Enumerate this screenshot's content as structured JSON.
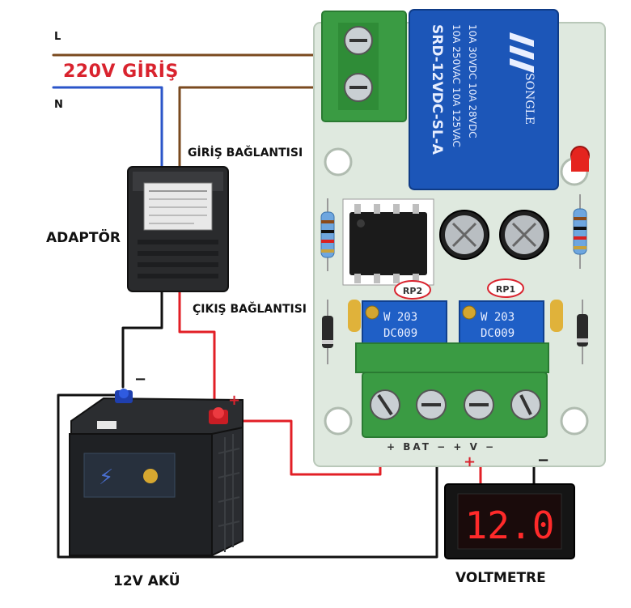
{
  "wires": {
    "line_label": "L",
    "neutral_label": "N",
    "input_title": "220V GİRİŞ"
  },
  "adapter": {
    "name": "ADAPTÖR",
    "input_connection": "GİRİŞ BAĞLANTISI",
    "output_connection": "ÇIKIŞ BAĞLANTISI"
  },
  "battery": {
    "name": "12V AKÜ",
    "plus_sign": "+",
    "minus_sign": "−"
  },
  "board": {
    "relay_lines": [
      "SRD-12VDC-SL-A",
      "10A 250VAC 10A 125VAC",
      "10A 30VDC 10A 28VDC"
    ],
    "relay_brand": "SONGLE",
    "pot_left_tag": "RP2",
    "pot_right_tag": "RP1",
    "pot_left_code": [
      "W 203",
      "DC009"
    ],
    "pot_right_code": [
      "W 203",
      "DC009"
    ],
    "terminal_labels": "+ BAT − + V −"
  },
  "voltmeter": {
    "name": "VOLTMETRE",
    "reading": "12.0",
    "plus_sign": "+",
    "minus_sign": "−"
  },
  "colors": {
    "brown_wire": "#7a4a1f",
    "blue_wire": "#2b55c9",
    "red_wire": "#e21f26",
    "black_wire": "#111111",
    "pcb_green": "#dde8dd",
    "terminal_green": "#3a9b43",
    "relay_blue": "#1c56b8",
    "display_red": "#ff2a2a"
  }
}
